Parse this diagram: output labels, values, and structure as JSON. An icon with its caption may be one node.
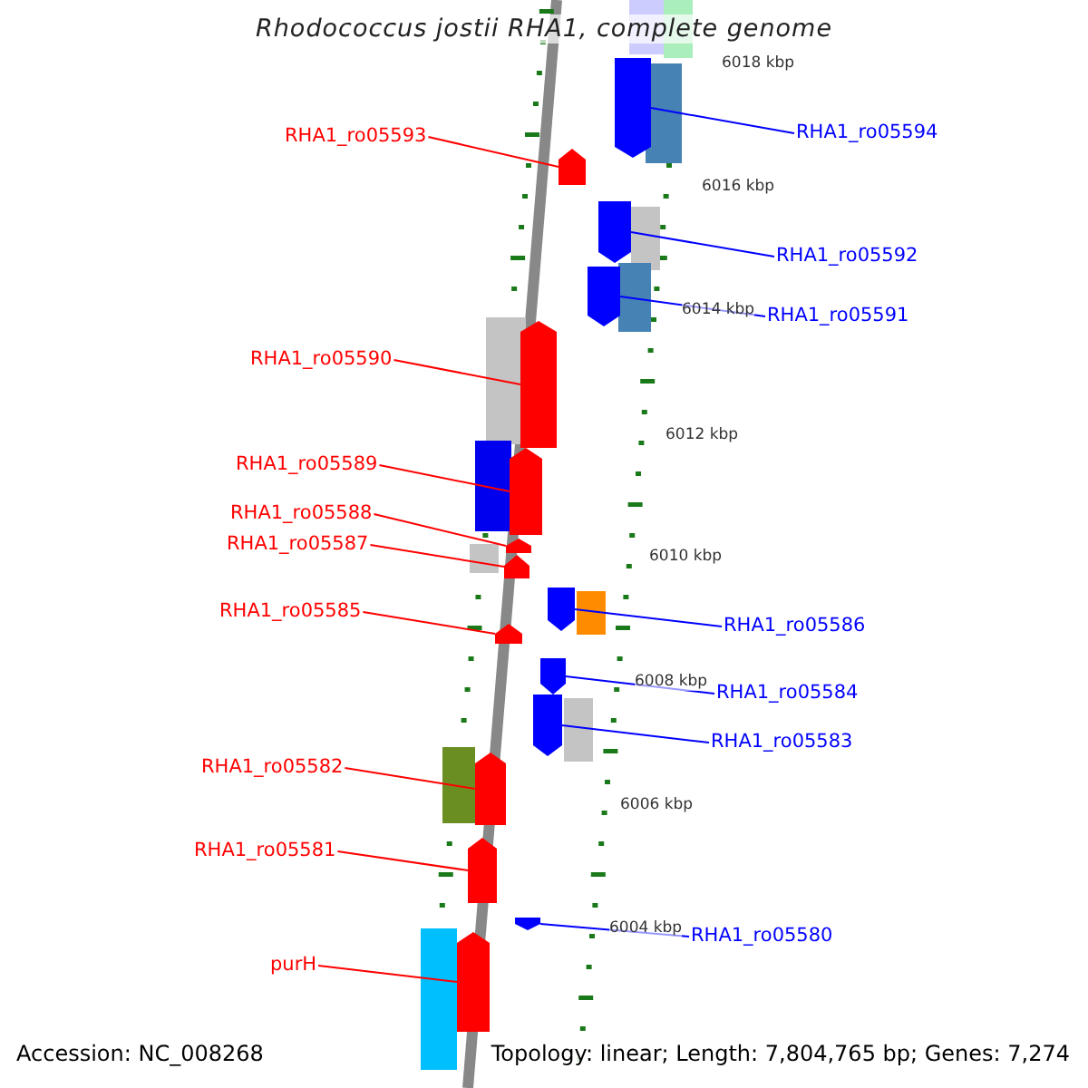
{
  "diagram": {
    "title": "Rhodococcus jostii RHA1, complete genome",
    "nodes": [
      {
        "text": [
          "RHA1_ro05594"
        ]
      },
      {
        "text": [
          "RHA1_ro05593"
        ]
      },
      {
        "text": [
          "RHA1_ro05592"
        ]
      },
      {
        "text": [
          "RHA1_ro05591"
        ]
      },
      {
        "text": [
          "RHA1_ro05590"
        ]
      },
      {
        "text": [
          "RHA1_ro05589"
        ]
      },
      {
        "text": [
          "RHA1_ro05588"
        ]
      },
      {
        "text": [
          "RHA1_ro05587"
        ]
      },
      {
        "text": [
          "RHA1_ro05585"
        ]
      },
      {
        "text": [
          "RHA1_ro05586"
        ]
      },
      {
        "text": [
          "RHA1_ro05584"
        ]
      },
      {
        "text": [
          "RHA1_ro05583"
        ]
      },
      {
        "text": [
          "RHA1_ro05582"
        ]
      },
      {
        "text": [
          "RHA1_ro05581"
        ]
      },
      {
        "text": [
          "RHA1_ro05580"
        ]
      },
      {
        "text": [
          "purH"
        ]
      },
      {
        "text": [],
        "shape": "arrow"
      },
      {
        "text": [],
        "shape": "arrow"
      },
      {
        "text": [],
        "shape": "arrow"
      },
      {
        "text": [],
        "shape": "arrow"
      },
      {
        "text": [],
        "shape": "arrow"
      },
      {
        "text": [],
        "shape": "arrow"
      },
      {
        "text": [],
        "shape": "arrow"
      },
      {
        "text": [],
        "shape": "arrow"
      },
      {
        "text": [],
        "shape": "arrow"
      },
      {
        "text": [],
        "shape": "arrow"
      },
      {
        "text": [],
        "shape": "arrow"
      },
      {
        "text": [],
        "shape": "arrow"
      },
      {
        "text": [],
        "shape": "arrow"
      },
      {
        "text": [],
        "shape": "arrow"
      },
      {
        "text": [],
        "shape": "arrow"
      },
      {
        "text": [],
        "shape": "arrow"
      }
    ],
    "edges": [
      {
        "from": 0,
        "to": 16,
        "arrow": "none",
        "color": "#0000ff"
      },
      {
        "from": 1,
        "to": 17,
        "arrow": "none"
      },
      {
        "from": 2,
        "to": 18,
        "arrow": "none",
        "color": "#0000ff"
      },
      {
        "from": 3,
        "to": 19,
        "arrow": "none",
        "color": "#0000ff"
      },
      {
        "from": 4,
        "to": 20,
        "arrow": "none"
      },
      {
        "from": 5,
        "to": 21,
        "arrow": "none"
      },
      {
        "from": 6,
        "to": 22,
        "arrow": "none"
      },
      {
        "from": 7,
        "to": 23,
        "arrow": "none"
      },
      {
        "from": 8,
        "to": 24,
        "arrow": "none"
      },
      {
        "from": 9,
        "to": 25,
        "arrow": "none",
        "color": "#0000ff"
      },
      {
        "from": 10,
        "to": 26,
        "arrow": "none",
        "color": "#0000ff"
      },
      {
        "from": 11,
        "to": 27,
        "arrow": "none",
        "color": "#0000ff"
      },
      {
        "from": 12,
        "to": 28,
        "arrow": "none"
      },
      {
        "from": 13,
        "to": 29,
        "arrow": "none"
      },
      {
        "from": 14,
        "to": 30,
        "arrow": "none",
        "color": "#0000ff"
      },
      {
        "from": 15,
        "to": 31,
        "arrow": "none"
      }
    ],
    "labels": [
      "6018 kbp",
      "6016 kbp",
      "6014 kbp",
      "6012 kbp",
      "6010 kbp",
      "6008 kbp",
      "6006 kbp",
      "6004 kbp",
      "Accession: NC_008268",
      "Topology: linear; Length: 7,804,765 bp; Genes: 7,274"
    ]
  }
}
